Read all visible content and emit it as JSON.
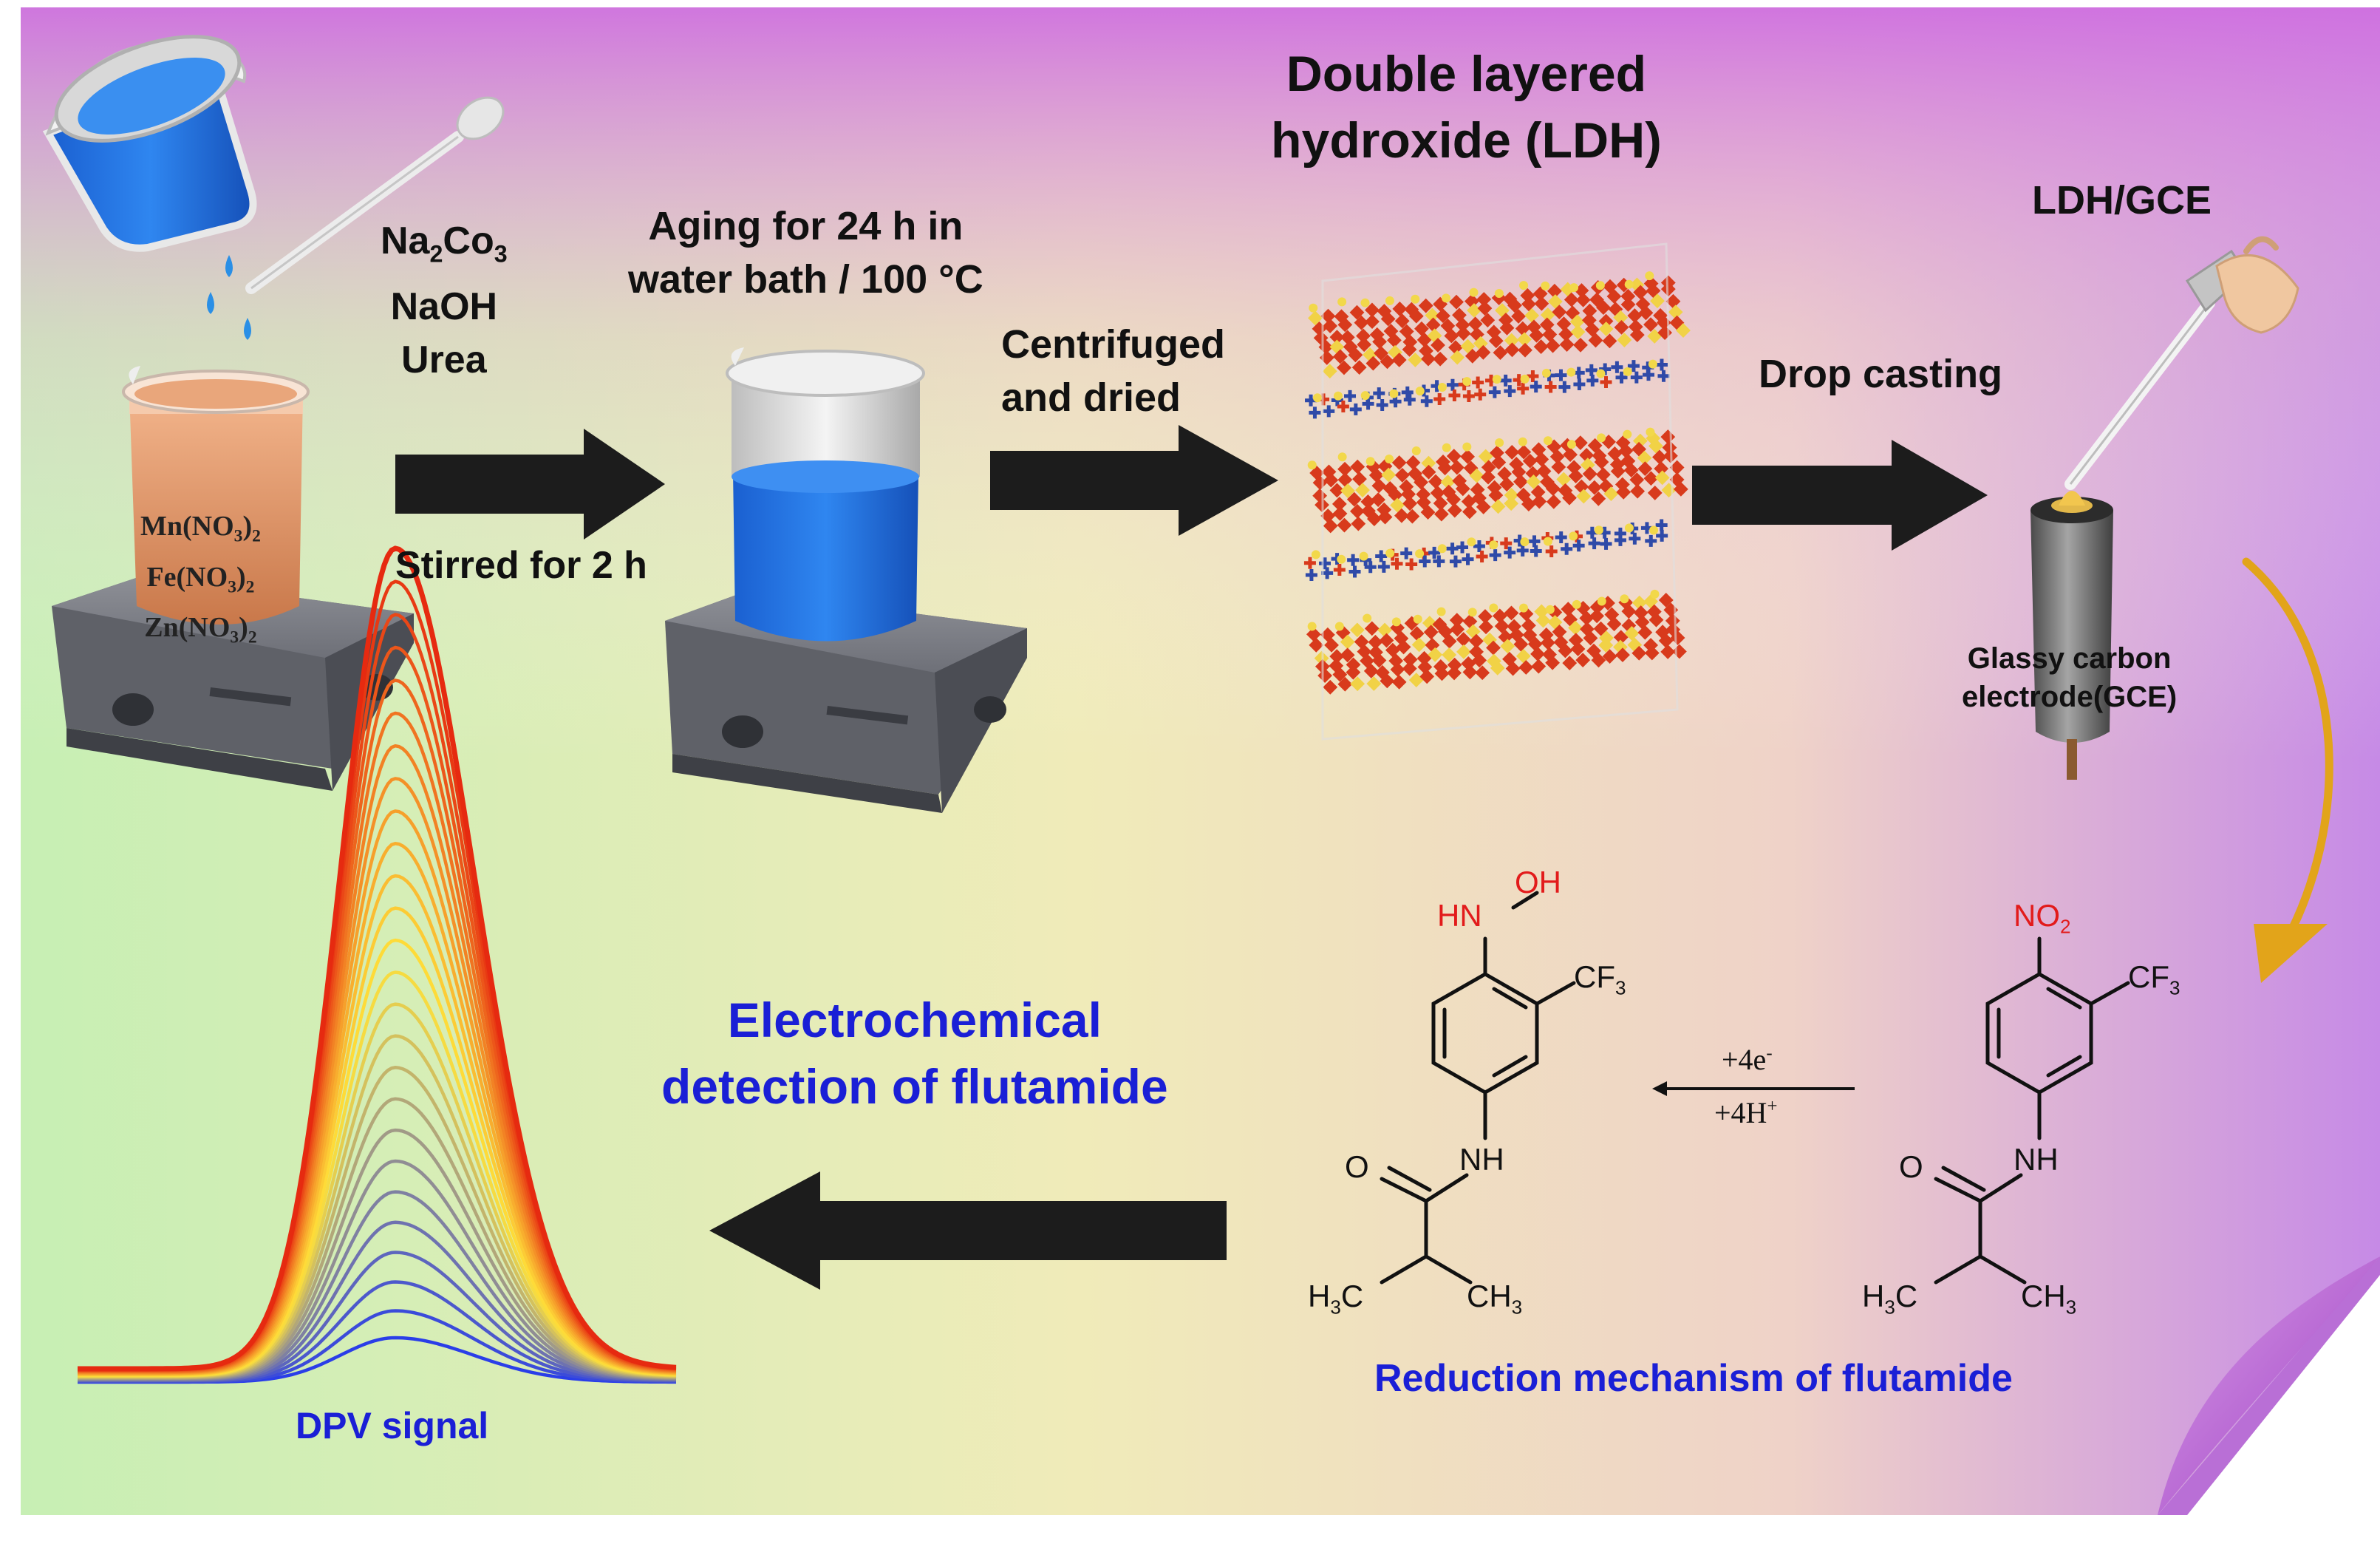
{
  "background": {
    "gradient_left": "#c9f0b4",
    "gradient_mid": "#f1e9b8",
    "gradient_right": "#c98ee8",
    "top_tint": "#d47fe0",
    "page_curl": "#b055cc"
  },
  "colors": {
    "arrow": "#1c1c1c",
    "accent_text": "#1a1fd6",
    "chem_red": "#e21b1b",
    "curved_arrow": "#e2a41a"
  },
  "reagents": {
    "line1_main": "Na",
    "line1_sub1": "2",
    "line1_mid": "Co",
    "line1_sub2": "3",
    "line2": "NaOH",
    "line3": "Urea"
  },
  "beaker1_labels": [
    {
      "main": "Mn(NO",
      "sub": "3",
      "tail": ")",
      "tail_sub": "2"
    },
    {
      "main": "Fe(NO",
      "sub": "3",
      "tail": ")",
      "tail_sub": "2"
    },
    {
      "main": "Zn(NO",
      "sub": "3",
      "tail": ")",
      "tail_sub": "2"
    }
  ],
  "steps": {
    "stirred": "Stirred for 2 h",
    "aging_line1": "Aging for 24 h in",
    "aging_line2": "water bath / 100 °C",
    "centrifuged_line1": "Centrifuged",
    "centrifuged_line2": "and dried",
    "ldh_line1": "Double layered",
    "ldh_line2": "hydroxide (LDH)",
    "drop_casting": "Drop casting",
    "ldh_gce": "LDH/GCE",
    "gce_line1": "Glassy carbon",
    "gce_line2": "electrode(GCE)"
  },
  "bottom": {
    "ec_line1": "Electrochemical",
    "ec_line2": "detection of  flutamide",
    "dpv": "DPV signal",
    "mechanism": "Reduction mechanism of flutamide"
  },
  "chem": {
    "hn": "HN",
    "oh": "OH",
    "no": "NO",
    "no_sub": "2",
    "cf": "CF",
    "cf_sub": "3",
    "o": "O",
    "nh": "NH",
    "h3c_h": "H",
    "h3c_sub": "3",
    "h3c_c": "C",
    "ch3_ch": "CH",
    "ch3_sub": "3",
    "e_main": "+4e",
    "e_sup": "-",
    "h_main": "+4H",
    "h_sup": "+"
  },
  "dpv": {
    "curve_count": 26,
    "color_low": "#2a3ee8",
    "color_mid": "#ffe23a",
    "color_high": "#e62a10"
  }
}
